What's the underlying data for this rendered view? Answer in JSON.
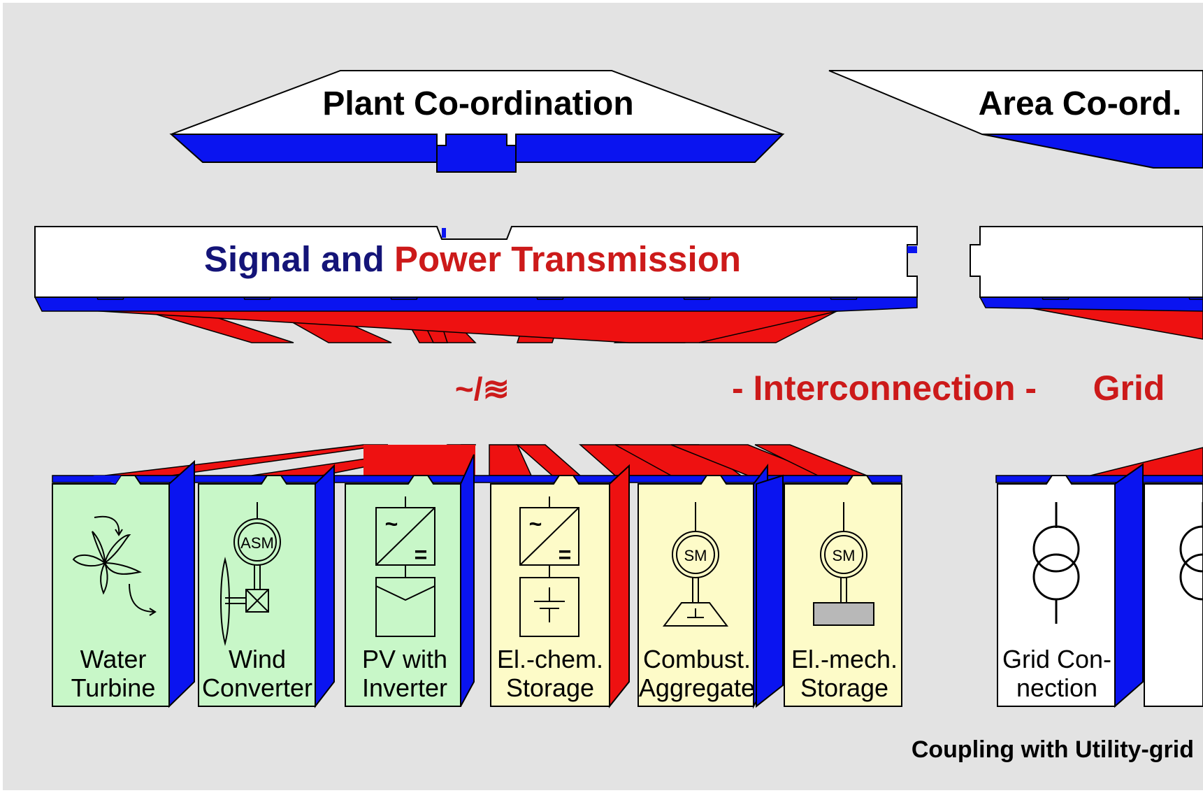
{
  "colors": {
    "background": "#e3e3e3",
    "blue": "#0a14f0",
    "red": "#ee1111",
    "label_red": "#cc1a1a",
    "label_navy": "#141478",
    "green_module": "#c8f7c8",
    "yellow_module": "#fdfbc8",
    "white_module": "#ffffff"
  },
  "plant_coordination": {
    "label": "Plant Co-ordination"
  },
  "area_coordination": {
    "label": "Area Co-ord."
  },
  "transmission": {
    "signal_and": "Signal and",
    "power_transmission": "Power Transmission"
  },
  "interconnection": {
    "converter_symbol": "~/≋",
    "interconnection_label": "- Interconnection -",
    "grid_label": "Grid"
  },
  "modules": [
    {
      "name": "water-turbine",
      "line1": "Water",
      "line2": "Turbine",
      "color": "green",
      "icon": "water-turbine-icon"
    },
    {
      "name": "wind-converter",
      "line1": "Wind",
      "line2": "Converter",
      "color": "green",
      "icon": "asm-generator-icon",
      "symbol": "ASM"
    },
    {
      "name": "pv-inverter",
      "line1": "PV with",
      "line2": "Inverter",
      "color": "green",
      "icon": "pv-inverter-icon",
      "symbol_ac": "~",
      "symbol_dc": "="
    },
    {
      "name": "el-chem-storage",
      "line1": "El.-chem.",
      "line2": "Storage",
      "color": "yellow",
      "icon": "battery-inverter-icon",
      "symbol_ac": "~",
      "symbol_dc": "="
    },
    {
      "name": "combust-aggregate",
      "line1": "Combust.",
      "line2": "Aggregate",
      "color": "yellow",
      "icon": "sm-generator-icon",
      "symbol": "SM"
    },
    {
      "name": "el-mech-storage",
      "line1": "El.-mech.",
      "line2": "Storage",
      "color": "yellow",
      "icon": "flywheel-icon",
      "symbol": "SM"
    },
    {
      "name": "grid-connection",
      "line1": "Grid Con-",
      "line2": "nection",
      "color": "white",
      "icon": "transformer-icon"
    }
  ],
  "footer": {
    "coupling_label": "Coupling with Utility-grid"
  }
}
